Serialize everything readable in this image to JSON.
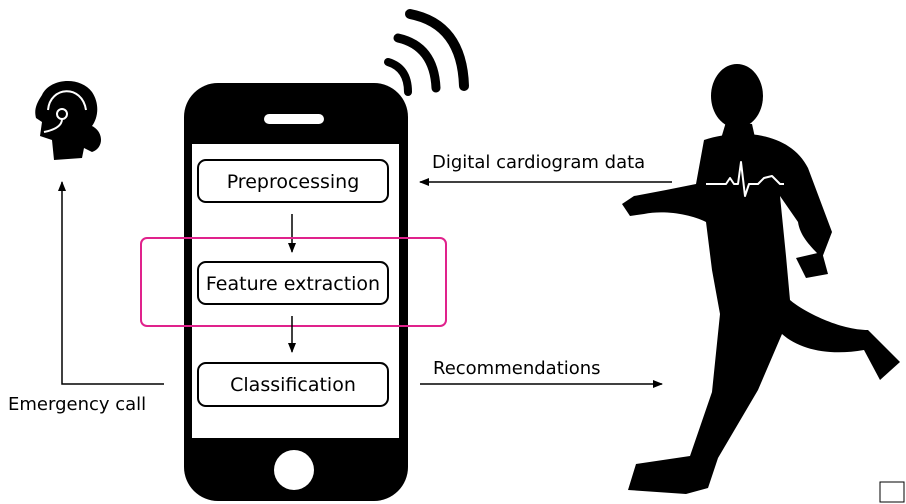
{
  "phone": {
    "steps": [
      {
        "label": "Preprocessing"
      },
      {
        "label": "Feature extraction"
      },
      {
        "label": "Classification"
      }
    ]
  },
  "edges": {
    "input_label": "Digital cardiogram data",
    "output_label": "Recommendations",
    "emergency_label": "Emergency call"
  },
  "colors": {
    "highlight": "#e0228c",
    "ink": "#000000"
  },
  "icons": [
    "operator-headset-icon",
    "wireless-signal-icon",
    "smartphone-icon",
    "running-man-icon",
    "ecg-trace-icon"
  ]
}
